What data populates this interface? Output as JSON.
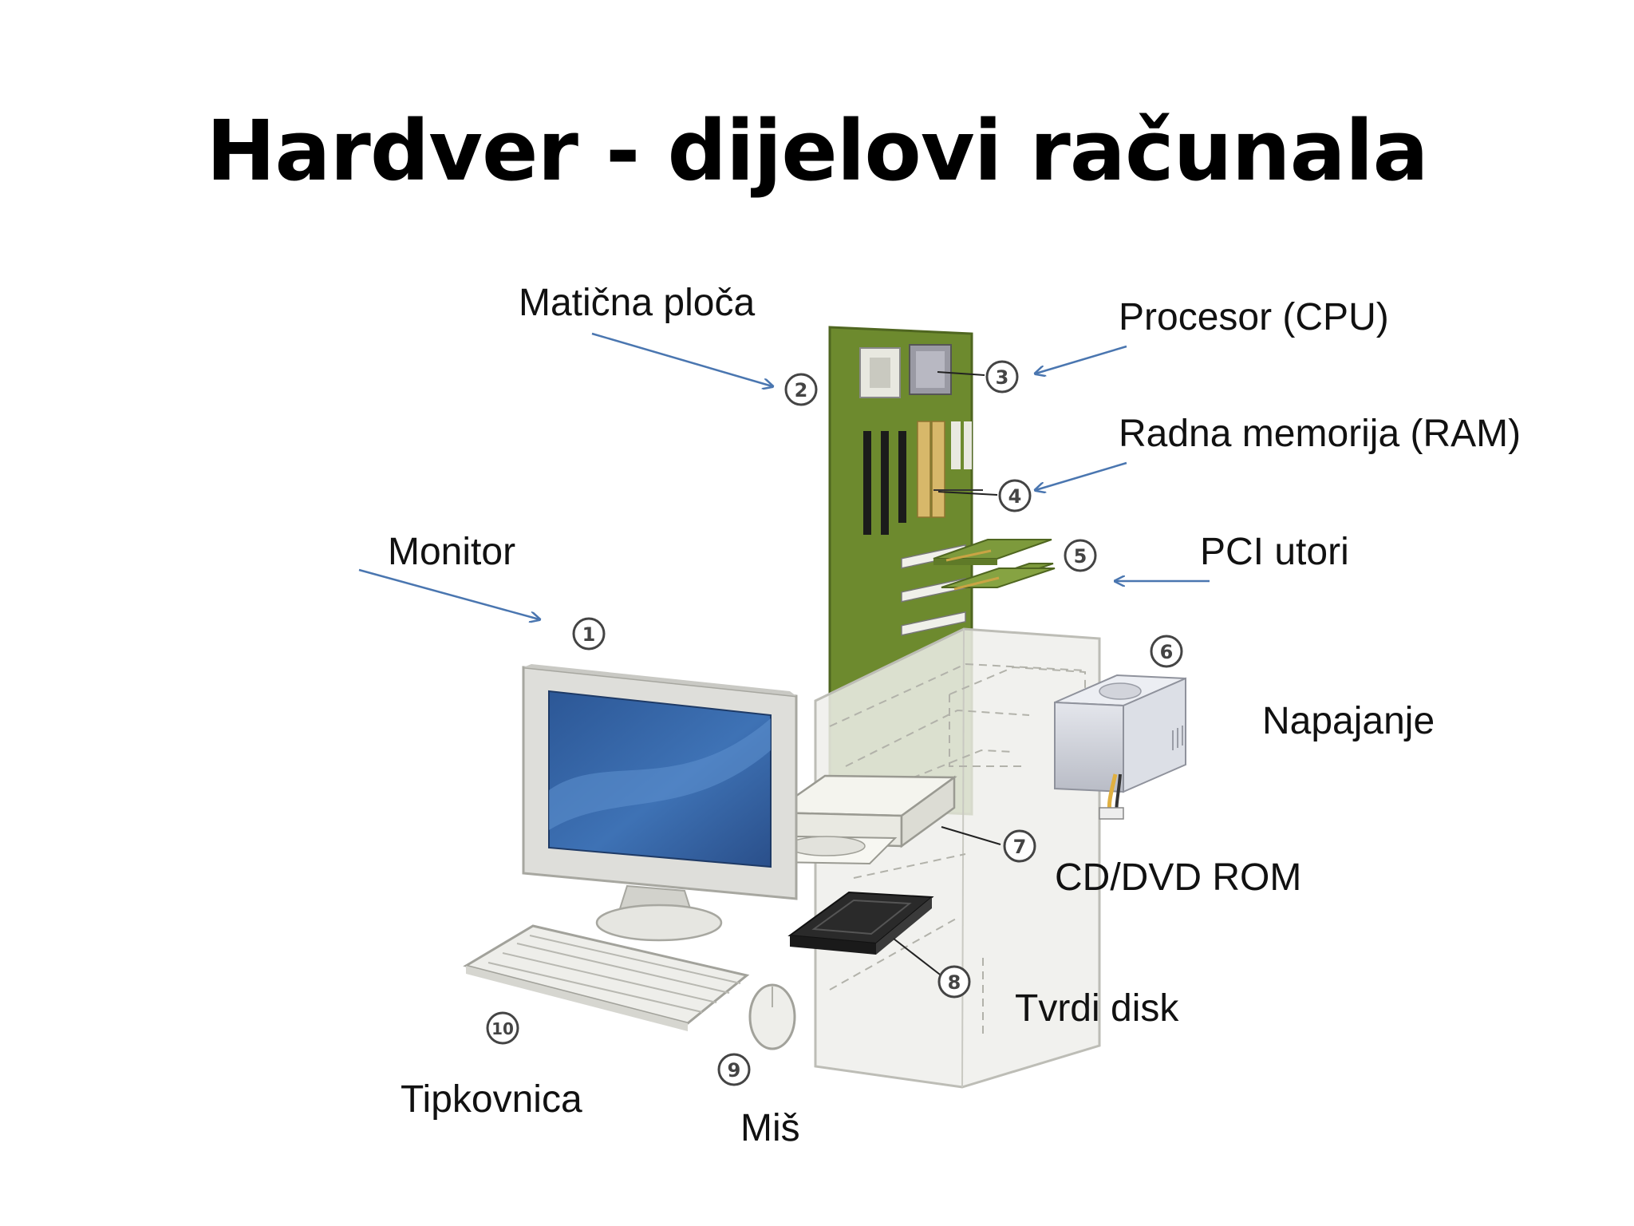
{
  "title": "Hardver - dijelovi računala",
  "labels": {
    "maticna": "Matična ploča",
    "procesor": "Procesor (CPU)",
    "ram": "Radna memorija (RAM)",
    "monitor": "Monitor",
    "pci": "PCI utori",
    "napajanje": "Napajanje",
    "cddvd": "CD/DVD ROM",
    "tvrdi": "Tvrdi disk",
    "tipkovnica": "Tipkovnica",
    "mis": "Miš"
  },
  "numbers": [
    "1",
    "2",
    "3",
    "4",
    "5",
    "6",
    "7",
    "8",
    "9",
    "10"
  ],
  "colors": {
    "arrow": "#4a76b0",
    "board": "#6d8a2e",
    "screen": "#2f5d9a",
    "case": "#eeeeea",
    "disk": "#2a2a2a"
  }
}
